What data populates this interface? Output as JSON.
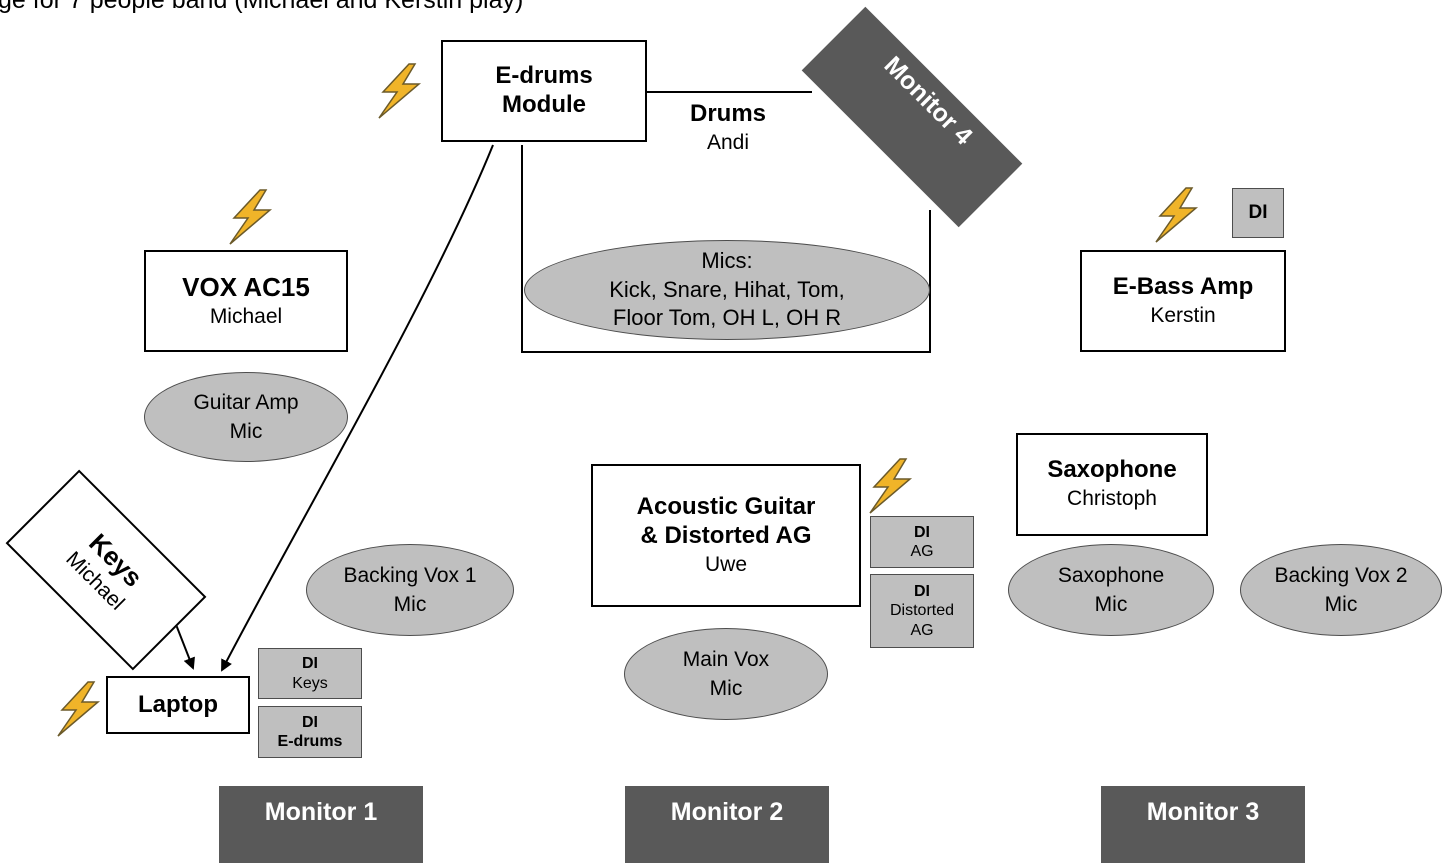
{
  "header_partial": "ge for 7 people band (Michael and Kerstin play)",
  "edrums": {
    "line1": "E-drums",
    "line2": "Module"
  },
  "drums": {
    "title": "Drums",
    "name": "Andi"
  },
  "drum_mics": {
    "line1": "Mics:",
    "line2": "Kick, Snare, Hihat, Tom,",
    "line3": "Floor Tom, OH L, OH R"
  },
  "vox_ac15": {
    "title": "VOX AC15",
    "name": "Michael"
  },
  "guitar_amp_mic": {
    "line1": "Guitar Amp",
    "line2": "Mic"
  },
  "ebass": {
    "title": "E-Bass Amp",
    "name": "Kerstin"
  },
  "di_bass": {
    "label": "DI"
  },
  "keys": {
    "title": "Keys",
    "name": "Michael"
  },
  "laptop": {
    "title": "Laptop"
  },
  "di_keys": {
    "label": "DI",
    "sub": "Keys"
  },
  "di_edrums": {
    "label": "DI",
    "sub": "E-drums"
  },
  "backing_vox_1": {
    "line1": "Backing Vox 1",
    "line2": "Mic"
  },
  "acoustic": {
    "line1": "Acoustic Guitar",
    "line2": "& Distorted AG",
    "name": "Uwe"
  },
  "di_ag": {
    "label": "DI",
    "sub": "AG"
  },
  "di_distorted": {
    "label": "DI",
    "sub1": "Distorted",
    "sub2": "AG"
  },
  "main_vox": {
    "line1": "Main Vox",
    "line2": "Mic"
  },
  "saxophone": {
    "title": "Saxophone",
    "name": "Christoph"
  },
  "sax_mic": {
    "line1": "Saxophone",
    "line2": "Mic"
  },
  "backing_vox_2": {
    "line1": "Backing Vox 2",
    "line2": "Mic"
  },
  "monitors": {
    "m1": "Monitor 1",
    "m2": "Monitor 2",
    "m3": "Monitor 3",
    "m4": "Monitor 4"
  },
  "colors": {
    "monitor": "#595959",
    "oval_fill": "#bfbfbf",
    "bolt": "#f0b429",
    "bolt_outline": "#6b5a2a"
  }
}
